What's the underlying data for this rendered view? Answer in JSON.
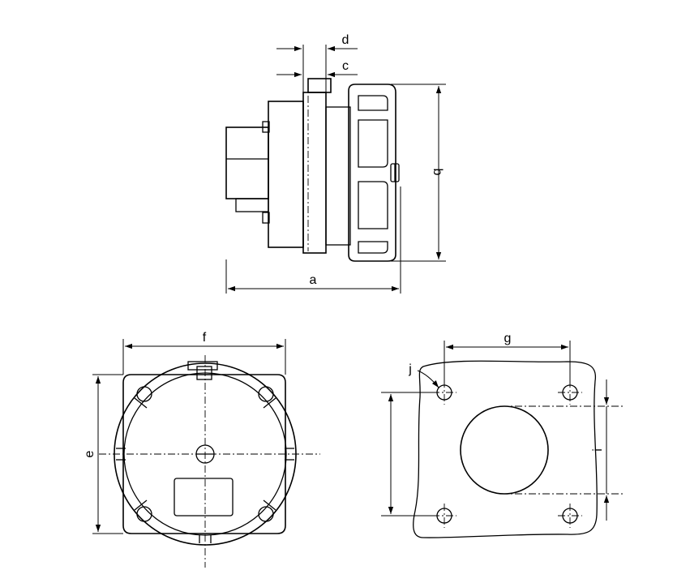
{
  "labels": {
    "a": "a",
    "b": "b",
    "c": "c",
    "d": "d",
    "e": "e",
    "f": "f",
    "g": "g",
    "i": "i",
    "j": "j"
  },
  "colors": {
    "line": "#000000",
    "background": "#ffffff"
  }
}
